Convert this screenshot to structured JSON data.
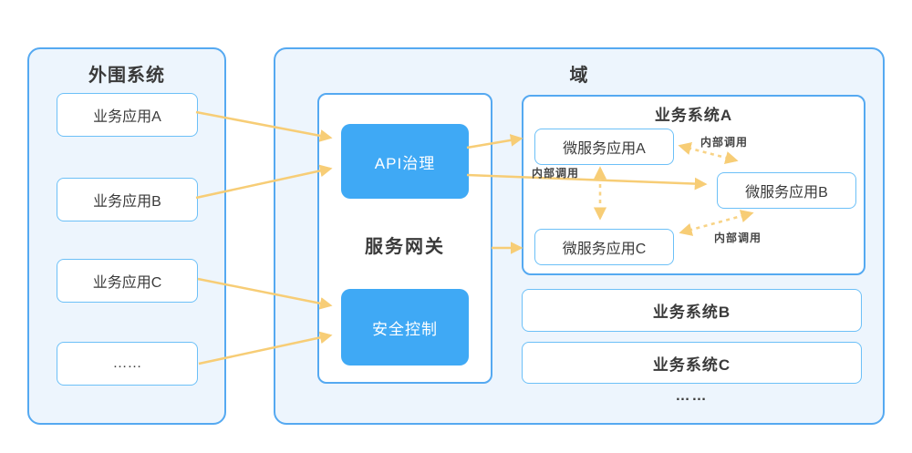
{
  "colors": {
    "panel_border": "#55A9F1",
    "panel_fill": "#EDF5FD",
    "node_border": "#6CC0F7",
    "node_fill": "#FFFFFF",
    "module_fill": "#3FA9F5",
    "module_text": "#FFFFFF",
    "arrow": "#F7CD76",
    "arrow_dashed": "#F8D386",
    "title_text": "#3A3A3A",
    "label_text": "#444444"
  },
  "peripheral": {
    "title": "外围系统",
    "items": [
      {
        "label": "业务应用A"
      },
      {
        "label": "业务应用B"
      },
      {
        "label": "业务应用C"
      },
      {
        "label": "……"
      }
    ]
  },
  "domain": {
    "title": "域",
    "gateway": {
      "title": "服务网关",
      "modules": [
        {
          "label": "API治理"
        },
        {
          "label": "安全控制"
        }
      ]
    },
    "system_a": {
      "title": "业务系统A",
      "services": [
        {
          "label": "微服务应用A"
        },
        {
          "label": "微服务应用B"
        },
        {
          "label": "微服务应用C"
        }
      ]
    },
    "systems": [
      {
        "label": "业务系统B"
      },
      {
        "label": "业务系统C"
      }
    ],
    "ellipsis": "……",
    "internal_call_labels": [
      "内部调用",
      "内部调用",
      "内部调用"
    ]
  }
}
